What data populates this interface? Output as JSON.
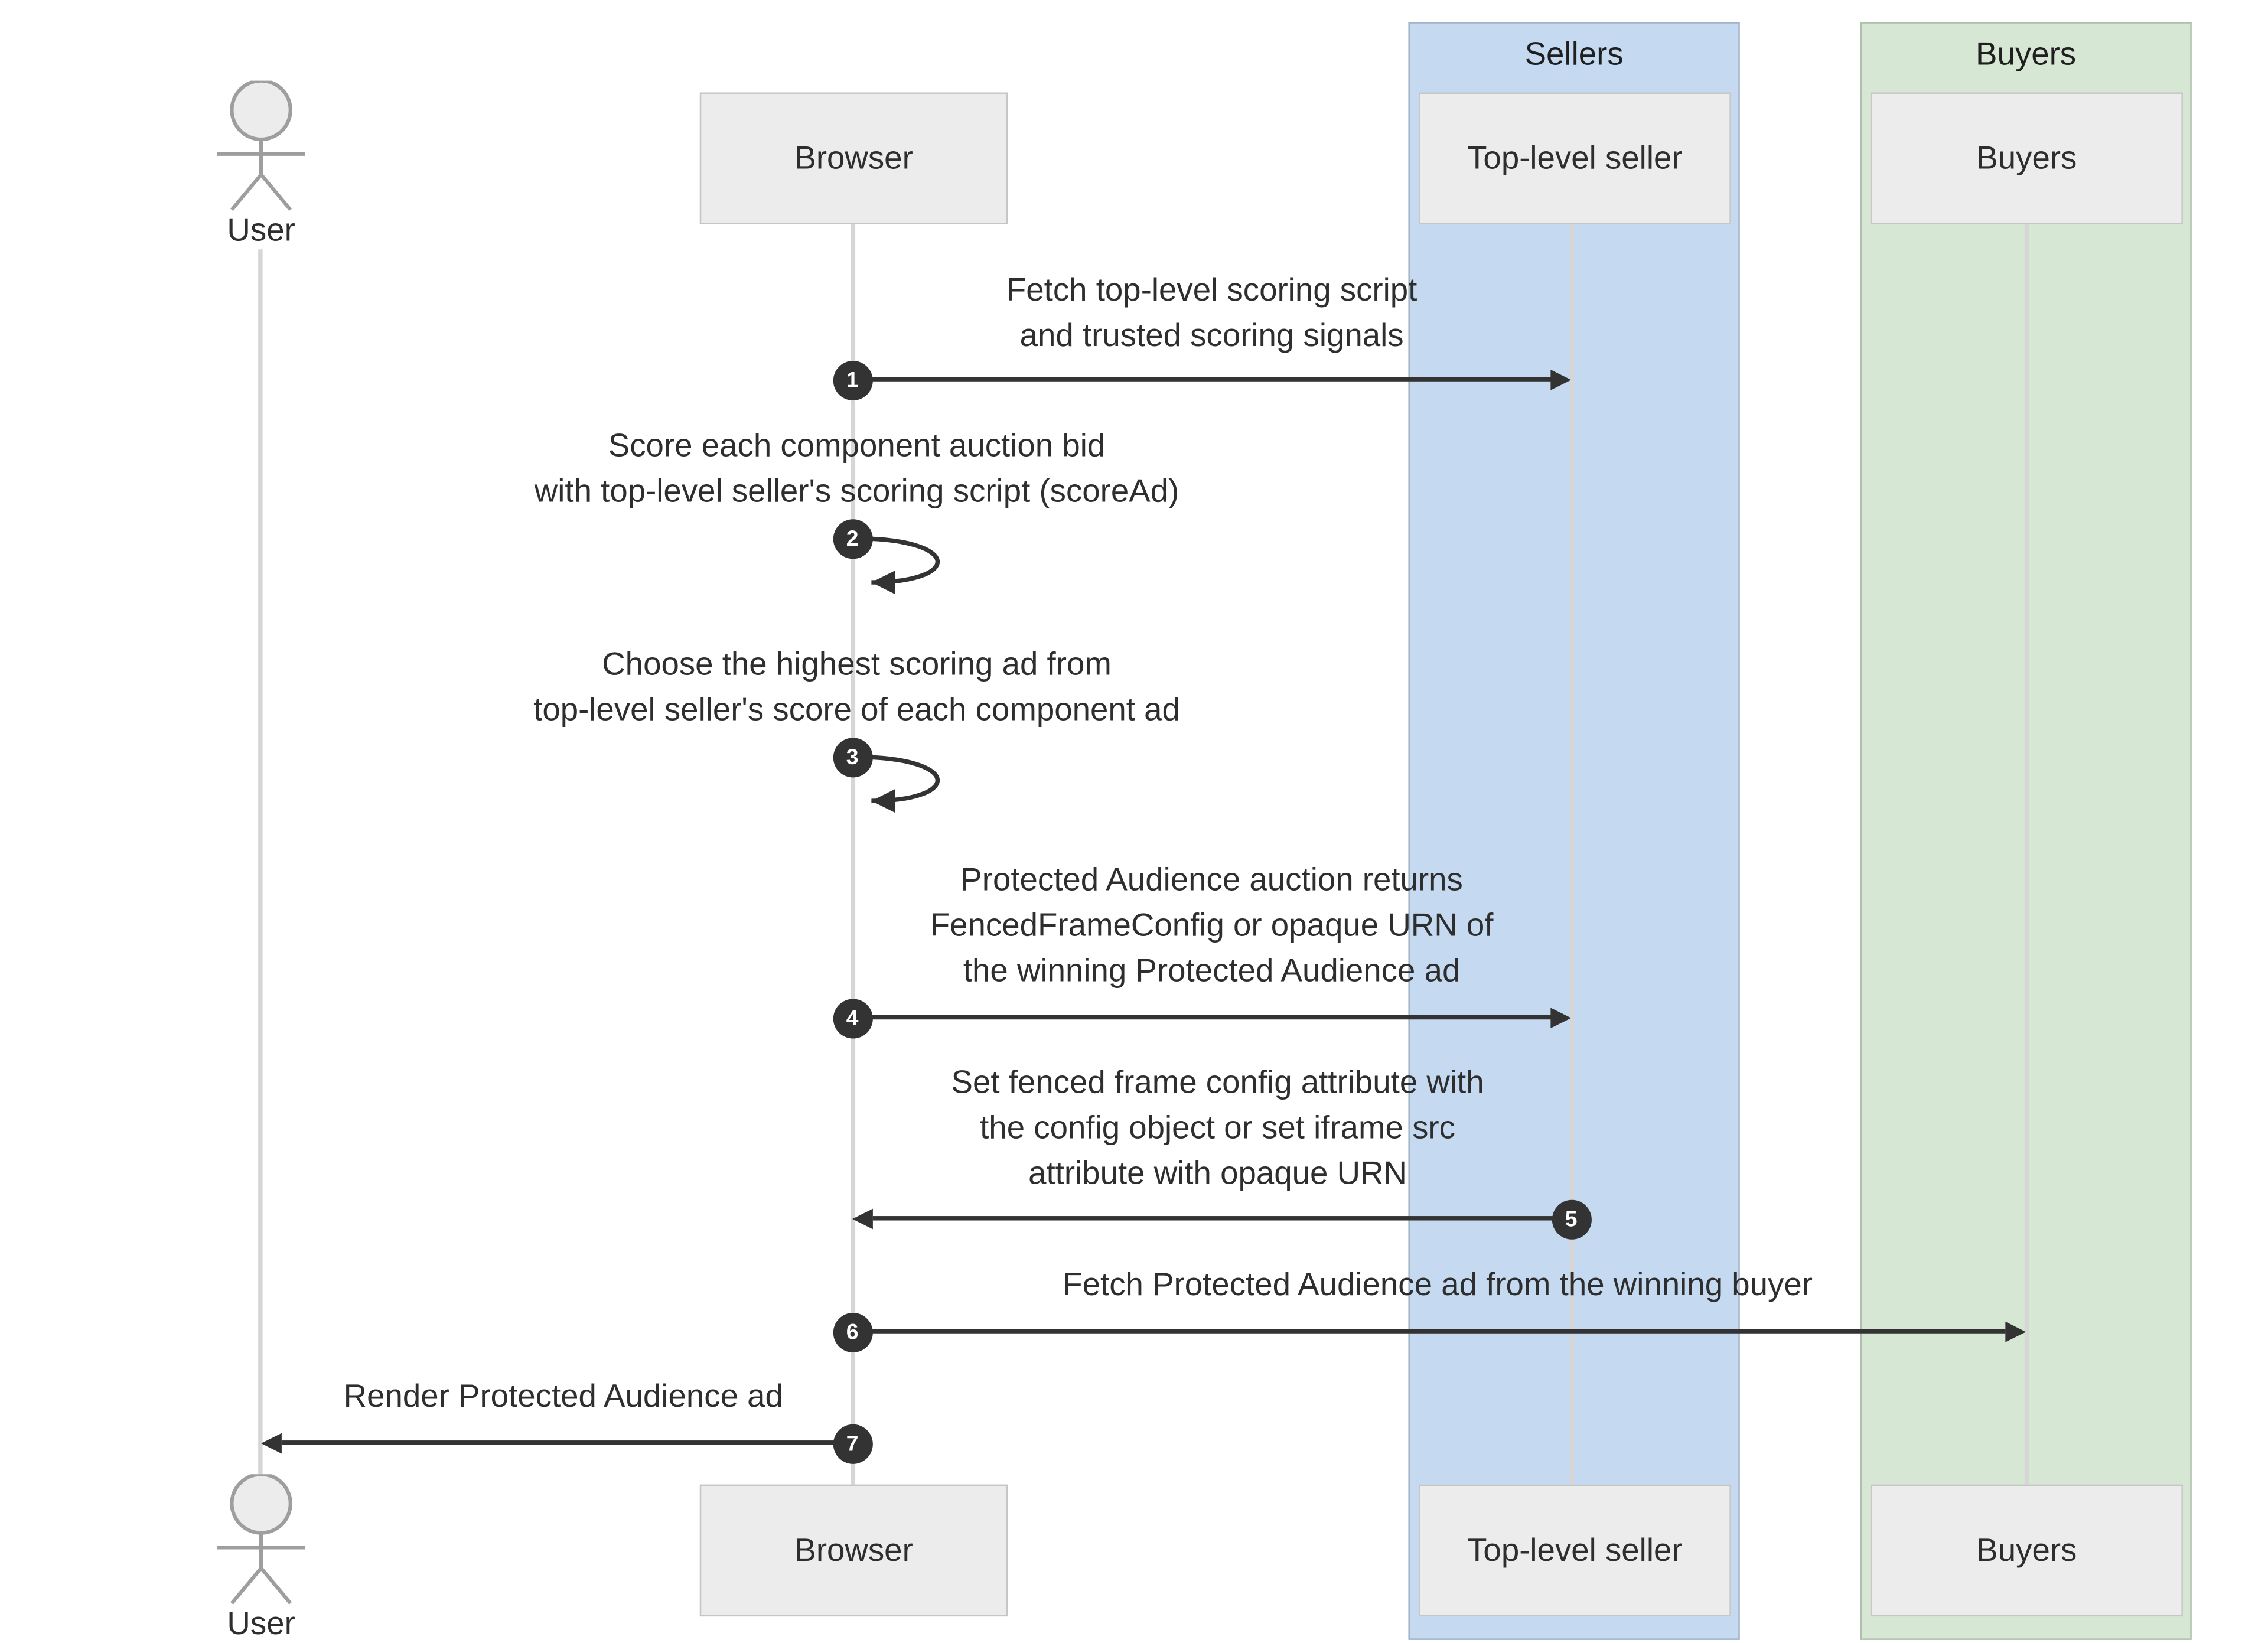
{
  "diagram": {
    "type": "sequence",
    "colors": {
      "sellers_band": "#c5daf1",
      "buyers_band": "#d6e8d3",
      "participant_box": "#ececec",
      "arrow": "#333333"
    },
    "sections": {
      "sellers": {
        "label": "Sellers"
      },
      "buyers": {
        "label": "Buyers"
      }
    },
    "participants": {
      "user": {
        "label": "User"
      },
      "browser": {
        "label": "Browser"
      },
      "top_level_seller": {
        "label": "Top-level seller"
      },
      "buyers": {
        "label": "Buyers"
      }
    },
    "messages": [
      {
        "num": "1",
        "from": "Browser",
        "to": "Top-level seller",
        "text": "Fetch top-level scoring script\nand trusted scoring signals"
      },
      {
        "num": "2",
        "from": "Browser",
        "to": "Browser",
        "text": "Score each component auction bid\nwith top-level seller's scoring script (scoreAd)"
      },
      {
        "num": "3",
        "from": "Browser",
        "to": "Browser",
        "text": "Choose the highest scoring ad from\ntop-level seller's score of each component ad"
      },
      {
        "num": "4",
        "from": "Browser",
        "to": "Top-level seller",
        "text": "Protected Audience auction returns\nFencedFrameConfig or opaque URN of\nthe winning Protected Audience ad"
      },
      {
        "num": "5",
        "from": "Top-level seller",
        "to": "Browser",
        "text": "Set fenced frame config attribute with\nthe config object or set iframe src\nattribute with opaque URN"
      },
      {
        "num": "6",
        "from": "Browser",
        "to": "Buyers",
        "text": "Fetch Protected Audience ad from the winning buyer"
      },
      {
        "num": "7",
        "from": "Browser",
        "to": "User",
        "text": "Render Protected Audience ad"
      }
    ]
  }
}
